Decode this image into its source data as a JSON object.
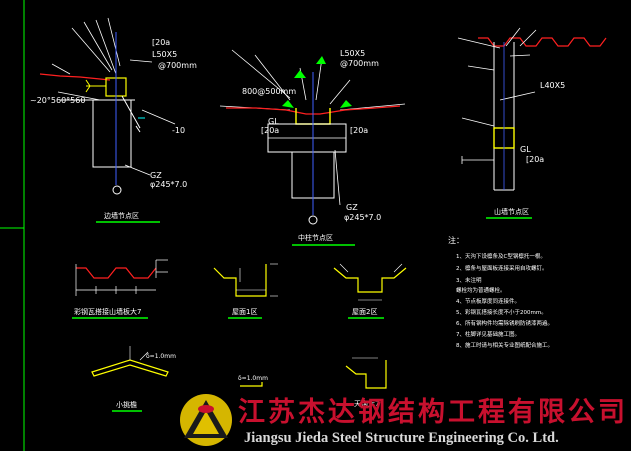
{
  "colors": {
    "background": "#000000",
    "line": "#ffffff",
    "yellow": "#ffff00",
    "green": "#00ff00",
    "red": "#ff2020",
    "cyan": "#00ffff",
    "blue": "#4060ff",
    "brand_red": "#c8102e"
  },
  "left_detail": {
    "bracket": "[20a",
    "angle": "L50X5",
    "spacing": "@700mm",
    "slope_dim": "~20°560°560",
    "flange_dim": "-10",
    "col_code": "GZ",
    "col_size": "φ245*7.0",
    "caption": "边墙节点区"
  },
  "middle_detail": {
    "angle": "L50X5",
    "spacing": "@700mm",
    "span_dim": "800@500mm",
    "gl_code": "GL",
    "bracket": "[20a",
    "col_code": "GZ",
    "col_size": "φ245*7.0",
    "caption": "中柱节点区"
  },
  "right_detail": {
    "angle": "L40X5",
    "gl_code": "GL",
    "bracket": "[20a",
    "caption": "山墙节点区"
  },
  "profiles": {
    "profile1_caption": "彩钢瓦搭接山墙板大7",
    "profile2_caption": "屋面1区",
    "profile3_caption": "屋面2区",
    "profile4_caption": "小挑檐",
    "profile4_thickness": "δ=1.0mm",
    "profile5_thickness": "δ=1.0mm",
    "profile5_caption": "天沟大7"
  },
  "notes": {
    "title": "注：",
    "items": [
      "1、天沟下设檩条及C型钢檩托一根。",
      "2、檩条与屋面板连接采用自攻螺钉。",
      "3、未注明",
      "   螺栓均为普通螺栓。",
      "4、节点板厚度同连接件。",
      "5、彩钢瓦搭接长度不小于200mm。",
      "6、所有钢构件均需除锈刷防锈漆两遍。",
      "7、柱脚详见基础施工图。",
      "8、施工时请与相关专业图纸配合施工。"
    ]
  },
  "watermark": {
    "company_cn": "江苏杰达钢结构工程有限公司",
    "company_en": "Jiangsu Jieda Steel Structure Engineering Co. Ltd."
  }
}
